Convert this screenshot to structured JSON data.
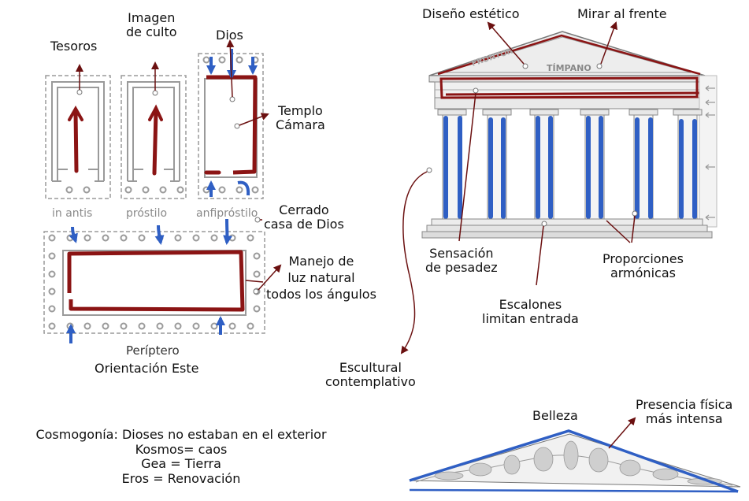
{
  "plans": {
    "in_antis": "in antis",
    "prostilo": "próstilo",
    "anfiprostilo": "anfipróstilo",
    "periptero": "Períptero"
  },
  "labels": {
    "tesoros": "Tesoros",
    "imagen_culto": "Imagen\nde culto",
    "dios": "Dios",
    "templo_camara": "Templo\nCámara",
    "cerrado": "Cerrado\ncasa de Dios",
    "manejo_luz": "Manejo de\nluz natural\ntodos los ángulos",
    "orientacion": "Orientación Este",
    "diseno_estetico": "Diseño estético",
    "mirar_frente": "Mirar al frente",
    "sensacion": "Sensación\nde pesadez",
    "proporciones": "Proporciones\narmónicas",
    "escalones": "Escalones\nlimitan entrada",
    "escultural": "Escultural\ncontemplativo",
    "belleza": "Belleza",
    "presencia": "Presencia física\nmás intensa"
  },
  "pediment": {
    "fronton": "FRONTON",
    "timpano": "TÍMPANO"
  },
  "cosmogonia": [
    "Cosmogonía: Dioses no estaban en el exterior",
    "Kosmos= caos",
    "Gea = Tierra",
    "Eros = Renovación"
  ],
  "colors": {
    "plan_gray": "#9a9a9a",
    "red_marker": "#8b1414",
    "blue_marker": "#2f5fc4",
    "arrow_dark": "#6b1010"
  }
}
